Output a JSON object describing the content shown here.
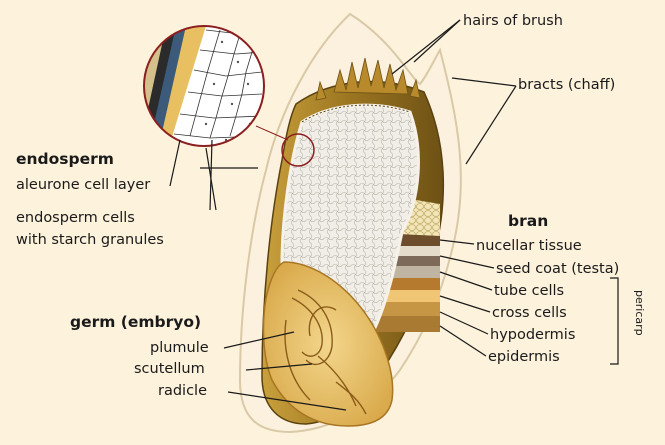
{
  "labels": {
    "hairs_of_brush": "hairs of brush",
    "bracts": "bracts (chaff)",
    "endosperm": "endosperm",
    "aleurone": "aleurone cell layer",
    "endosperm_cells_1": "endosperm cells",
    "endosperm_cells_2": "with starch granules",
    "bran": "bran",
    "nucellar": "nucellar tissue",
    "seed_coat": "seed coat (testa)",
    "tube_cells": "tube cells",
    "cross_cells": "cross cells",
    "hypodermis": "hypodermis",
    "epidermis": "epidermis",
    "pericarp": "pericarp",
    "germ": "germ (embryo)",
    "plumule": "plumule",
    "scutellum": "scutellum",
    "radicle": "radicle"
  },
  "colors": {
    "background": "#fdf2dc",
    "chaff": "#fbf1de",
    "bran": "#9a7420",
    "endosperm": "#eeeae2",
    "germ": "#e6bd62",
    "magnifier_ring": "#8b1f1f",
    "leader_line": "#1a1a1a"
  }
}
